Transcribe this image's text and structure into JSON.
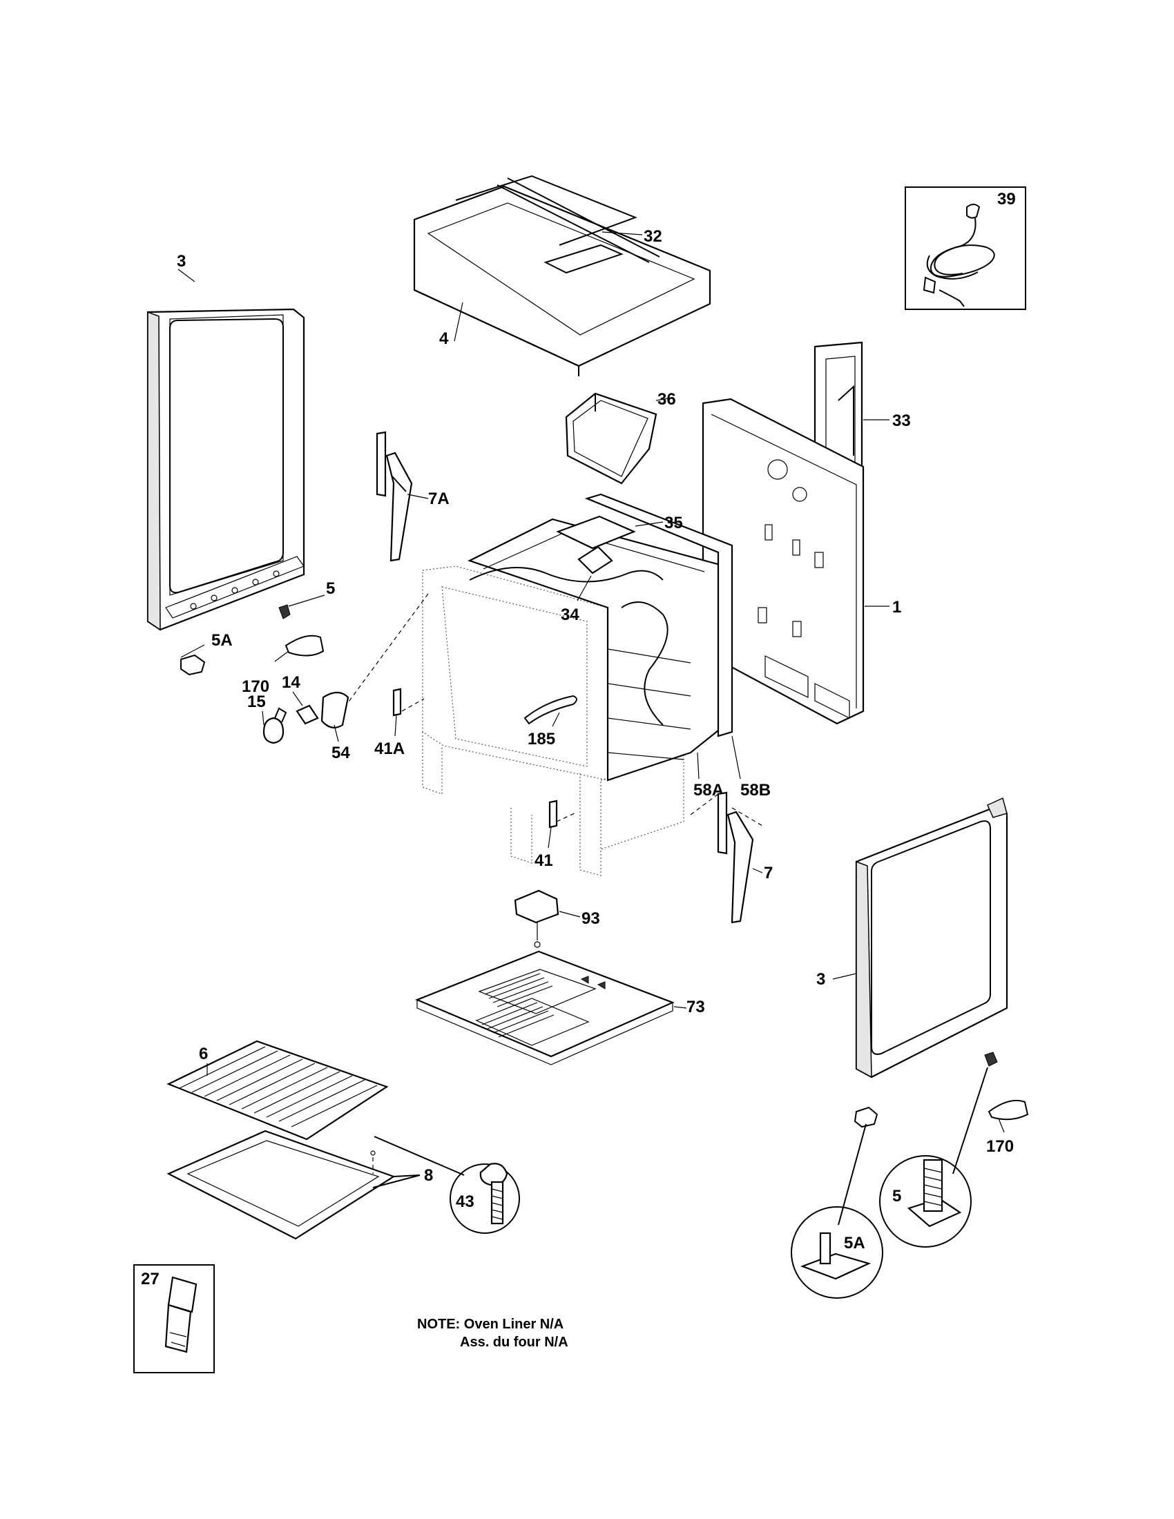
{
  "callouts": {
    "c39": "39",
    "c32": "32",
    "c4": "4",
    "c3_left": "3",
    "c36": "36",
    "c33": "33",
    "c7A": "7A",
    "c35": "35",
    "c5_left": "5",
    "c34": "34",
    "c1": "1",
    "c5A_left": "5A",
    "c170_left": "170",
    "c14": "14",
    "c15": "15",
    "c54": "54",
    "c185": "185",
    "c41A": "41A",
    "c58A": "58A",
    "c58B": "58B",
    "c41": "41",
    "c7": "7",
    "c93": "93",
    "c3_right": "3",
    "c73": "73",
    "c6": "6",
    "c8": "8",
    "c43": "43",
    "c170_right": "170",
    "c5_right": "5",
    "c5A_right": "5A",
    "c27": "27"
  },
  "note": {
    "line1": "NOTE: Oven Liner N/A",
    "line2": "Ass. du four N/A"
  }
}
